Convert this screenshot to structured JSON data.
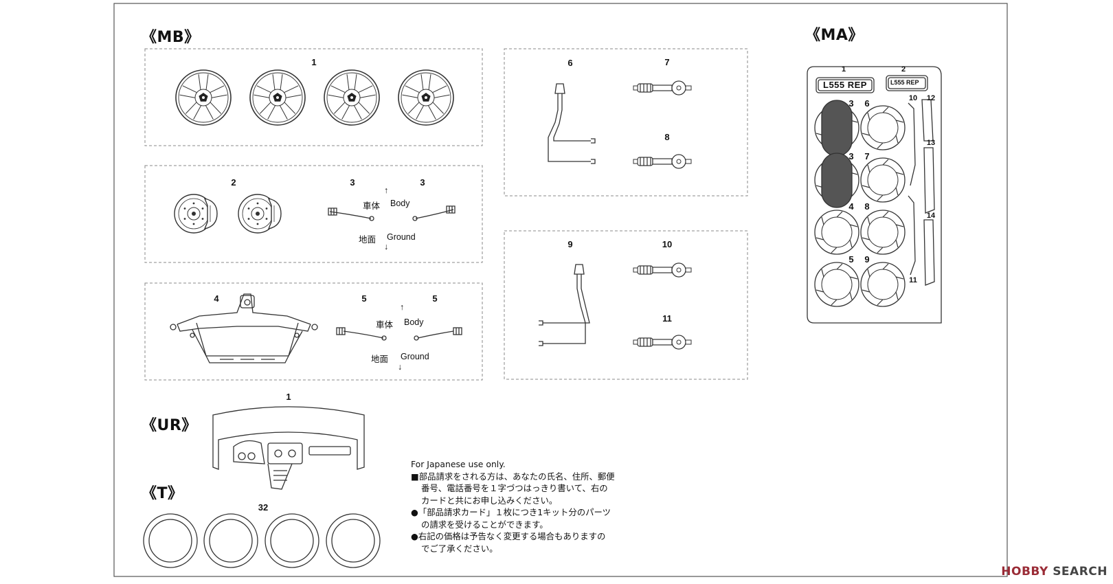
{
  "sections": {
    "mb": "《MB》",
    "ma": "《MA》",
    "ur": "《UR》",
    "t": "《T》"
  },
  "mb_parts": {
    "p1": "1",
    "p2": "2",
    "p3a": "3",
    "p3b": "3",
    "p4": "4",
    "p5a": "5",
    "p5b": "5",
    "p6": "6",
    "p7": "7",
    "p8": "8",
    "p9": "9",
    "p10": "10",
    "p11": "11"
  },
  "orientation": {
    "body_jp": "車体",
    "body_en": "Body",
    "ground_jp": "地面",
    "ground_en": "Ground",
    "arrow_up": "↑",
    "arrow_down": "↓"
  },
  "ma_parts": {
    "n1": "1",
    "n2": "2",
    "n3a": "3",
    "n3b": "3",
    "n4": "4",
    "n5": "5",
    "n6": "6",
    "n7": "7",
    "n8": "8",
    "n9": "9",
    "n10": "10",
    "n11": "11",
    "n12": "12",
    "n13": "13",
    "n14": "14",
    "plate_large": "L555 REP",
    "plate_small": "L555 REP"
  },
  "ur_parts": {
    "n1": "1"
  },
  "t_parts": {
    "n32": "32"
  },
  "notes": {
    "line0": "For Japanese use only.",
    "line1": "■部品請求をされる方は、あなたの氏名、住所、郵便",
    "line2": "番号、電話番号を１字づつはっきり書いて、右の",
    "line3": "カードと共にお申し込みください。",
    "line4": "●「部品請求カード」１枚につき1キット分のパーツ",
    "line5": "の請求を受けることができます。",
    "line6": "●右記の価格は予告なく変更する場合もありますの",
    "line7": "でご了承ください。"
  },
  "watermark": {
    "brand": "HOBBY",
    "suffix": "SEARCH"
  },
  "colors": {
    "line": "#3a3a3a",
    "dash": "#888888",
    "watermark_red": "#9a2b36"
  }
}
